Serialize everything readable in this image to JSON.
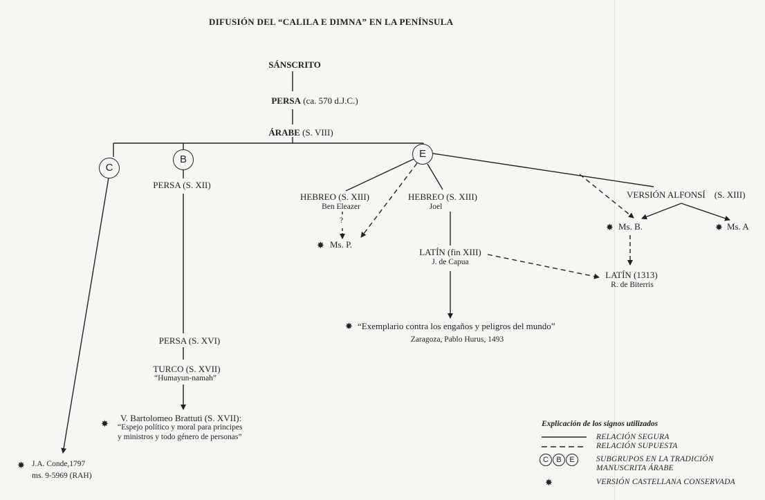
{
  "title": "DIFUSIÓN DEL “CALILA E DIMNA” EN LA PENÍNSULA",
  "nodes": {
    "sanscrito": "SÁNSCRITO",
    "persa_name": "PERSA",
    "persa_date": "(ca. 570 d.J.C.)",
    "arabe_name": "ÁRABE",
    "arabe_date": "(S. VIII)",
    "persa_xii": "PERSA (S. XII)",
    "persa_xvi": "PERSA (S. XVI)",
    "turco": "TURCO (S. XVII)",
    "turco_sub": "“Humayun-namah”",
    "brattuti": "V. Bartolomeo Brattuti (S. XVII):",
    "brattuti_sub1": "“Espejo político y moral para principes",
    "brattuti_sub2": "y ministros y todo género de personas”",
    "conde": "J.A. Conde,1797",
    "conde_sub": "ms. 9-5969 (RAH)",
    "hebreo_1": "HEBREO (S. XIII)",
    "hebreo_1_sub": "Ben Eleazer",
    "question": "?",
    "ms_p": "Ms. P.",
    "hebreo_2": "HEBREO (S. XIII)",
    "hebreo_2_sub": "Joel",
    "latin_fin": "LATÍN (fin XIII)",
    "latin_fin_sub": "J. de Capua",
    "exemplario": "“Exemplario contra los engaños y peligros del mundo”",
    "exemplario_sub": "Zaragoza, Pablo Hurus, 1493",
    "alfonsi": "VERSIÓN ALFONSÍ",
    "alfonsi_date": "(S. XIII)",
    "ms_b": "Ms. B.",
    "ms_a": "Ms. A",
    "latin_1313": "LATÍN (1313)",
    "latin_1313_sub": "R. de Biterris"
  },
  "groups": {
    "c": "C",
    "b": "B",
    "e": "E"
  },
  "legend": {
    "heading": "Explicación de los signos utilizados",
    "solid": "RELACIÓN SEGURA",
    "dashed": "RELACIÓN SUPUESTA",
    "subgroups_1": "SUBGRUPOS EN LA TRADICIÓN",
    "subgroups_2": "MANUSCRITA ÁRABE",
    "conserved": "VERSIÓN CASTELLANA CONSERVADA"
  },
  "icons": {
    "marker": "asterisk-star-icon"
  }
}
